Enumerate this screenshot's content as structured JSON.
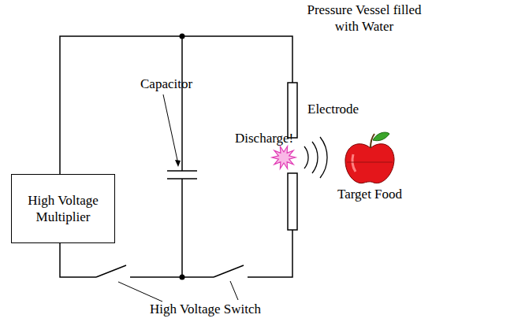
{
  "diagram": {
    "nodes": [
      {
        "text": [
          "High Voltage Multiplier"
        ]
      },
      {
        "text": [
          "Pressure Vessel filled with Water",
          "Electrode",
          "Discharge!",
          "Target Food"
        ]
      }
    ],
    "edges": [
      {
        "from": 0,
        "to": 1,
        "arrow": "none"
      }
    ],
    "labels": [
      "Capacitor",
      "High Voltage Switch"
    ]
  }
}
